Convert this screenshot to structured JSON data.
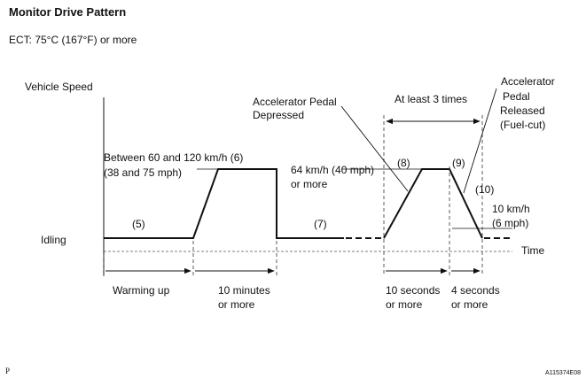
{
  "title": "Monitor Drive Pattern",
  "condition": "ECT: 75°C (167°F) or more",
  "axis": {
    "y_label": "Vehicle Speed",
    "x_label": "Time",
    "idle_label": "Idling"
  },
  "labels": {
    "speed_range_line1": "Between  60 and 120 km/h (6)",
    "speed_range_line2": "(38 and 75 mph)",
    "step5": "(5)",
    "step7": "(7)",
    "step8": "(8)",
    "step9": "(9)",
    "step10": "(10)",
    "speed64_line1": "64 km/h (40 mph)",
    "speed64_line2": "or more",
    "accel_depressed_line1": "Accelerator Pedal",
    "accel_depressed_line2": "Depressed",
    "accel_released_line1": "Accelerator",
    "accel_released_line2": "Pedal",
    "accel_released_line3": "Released",
    "accel_released_line4": "(Fuel-cut)",
    "repeat": "At least 3 times",
    "speed10_line1": "10 km/h",
    "speed10_line2": "(6 mph)"
  },
  "durations": {
    "warming_up": "Warming up",
    "ten_min_line1": "10 minutes",
    "ten_min_line2": "or more",
    "ten_sec_line1": "10 seconds",
    "ten_sec_line2": "or more",
    "four_sec_line1": "4 seconds",
    "four_sec_line2": "or more"
  },
  "page_marker": "P",
  "figure_id": "A115374E08"
}
